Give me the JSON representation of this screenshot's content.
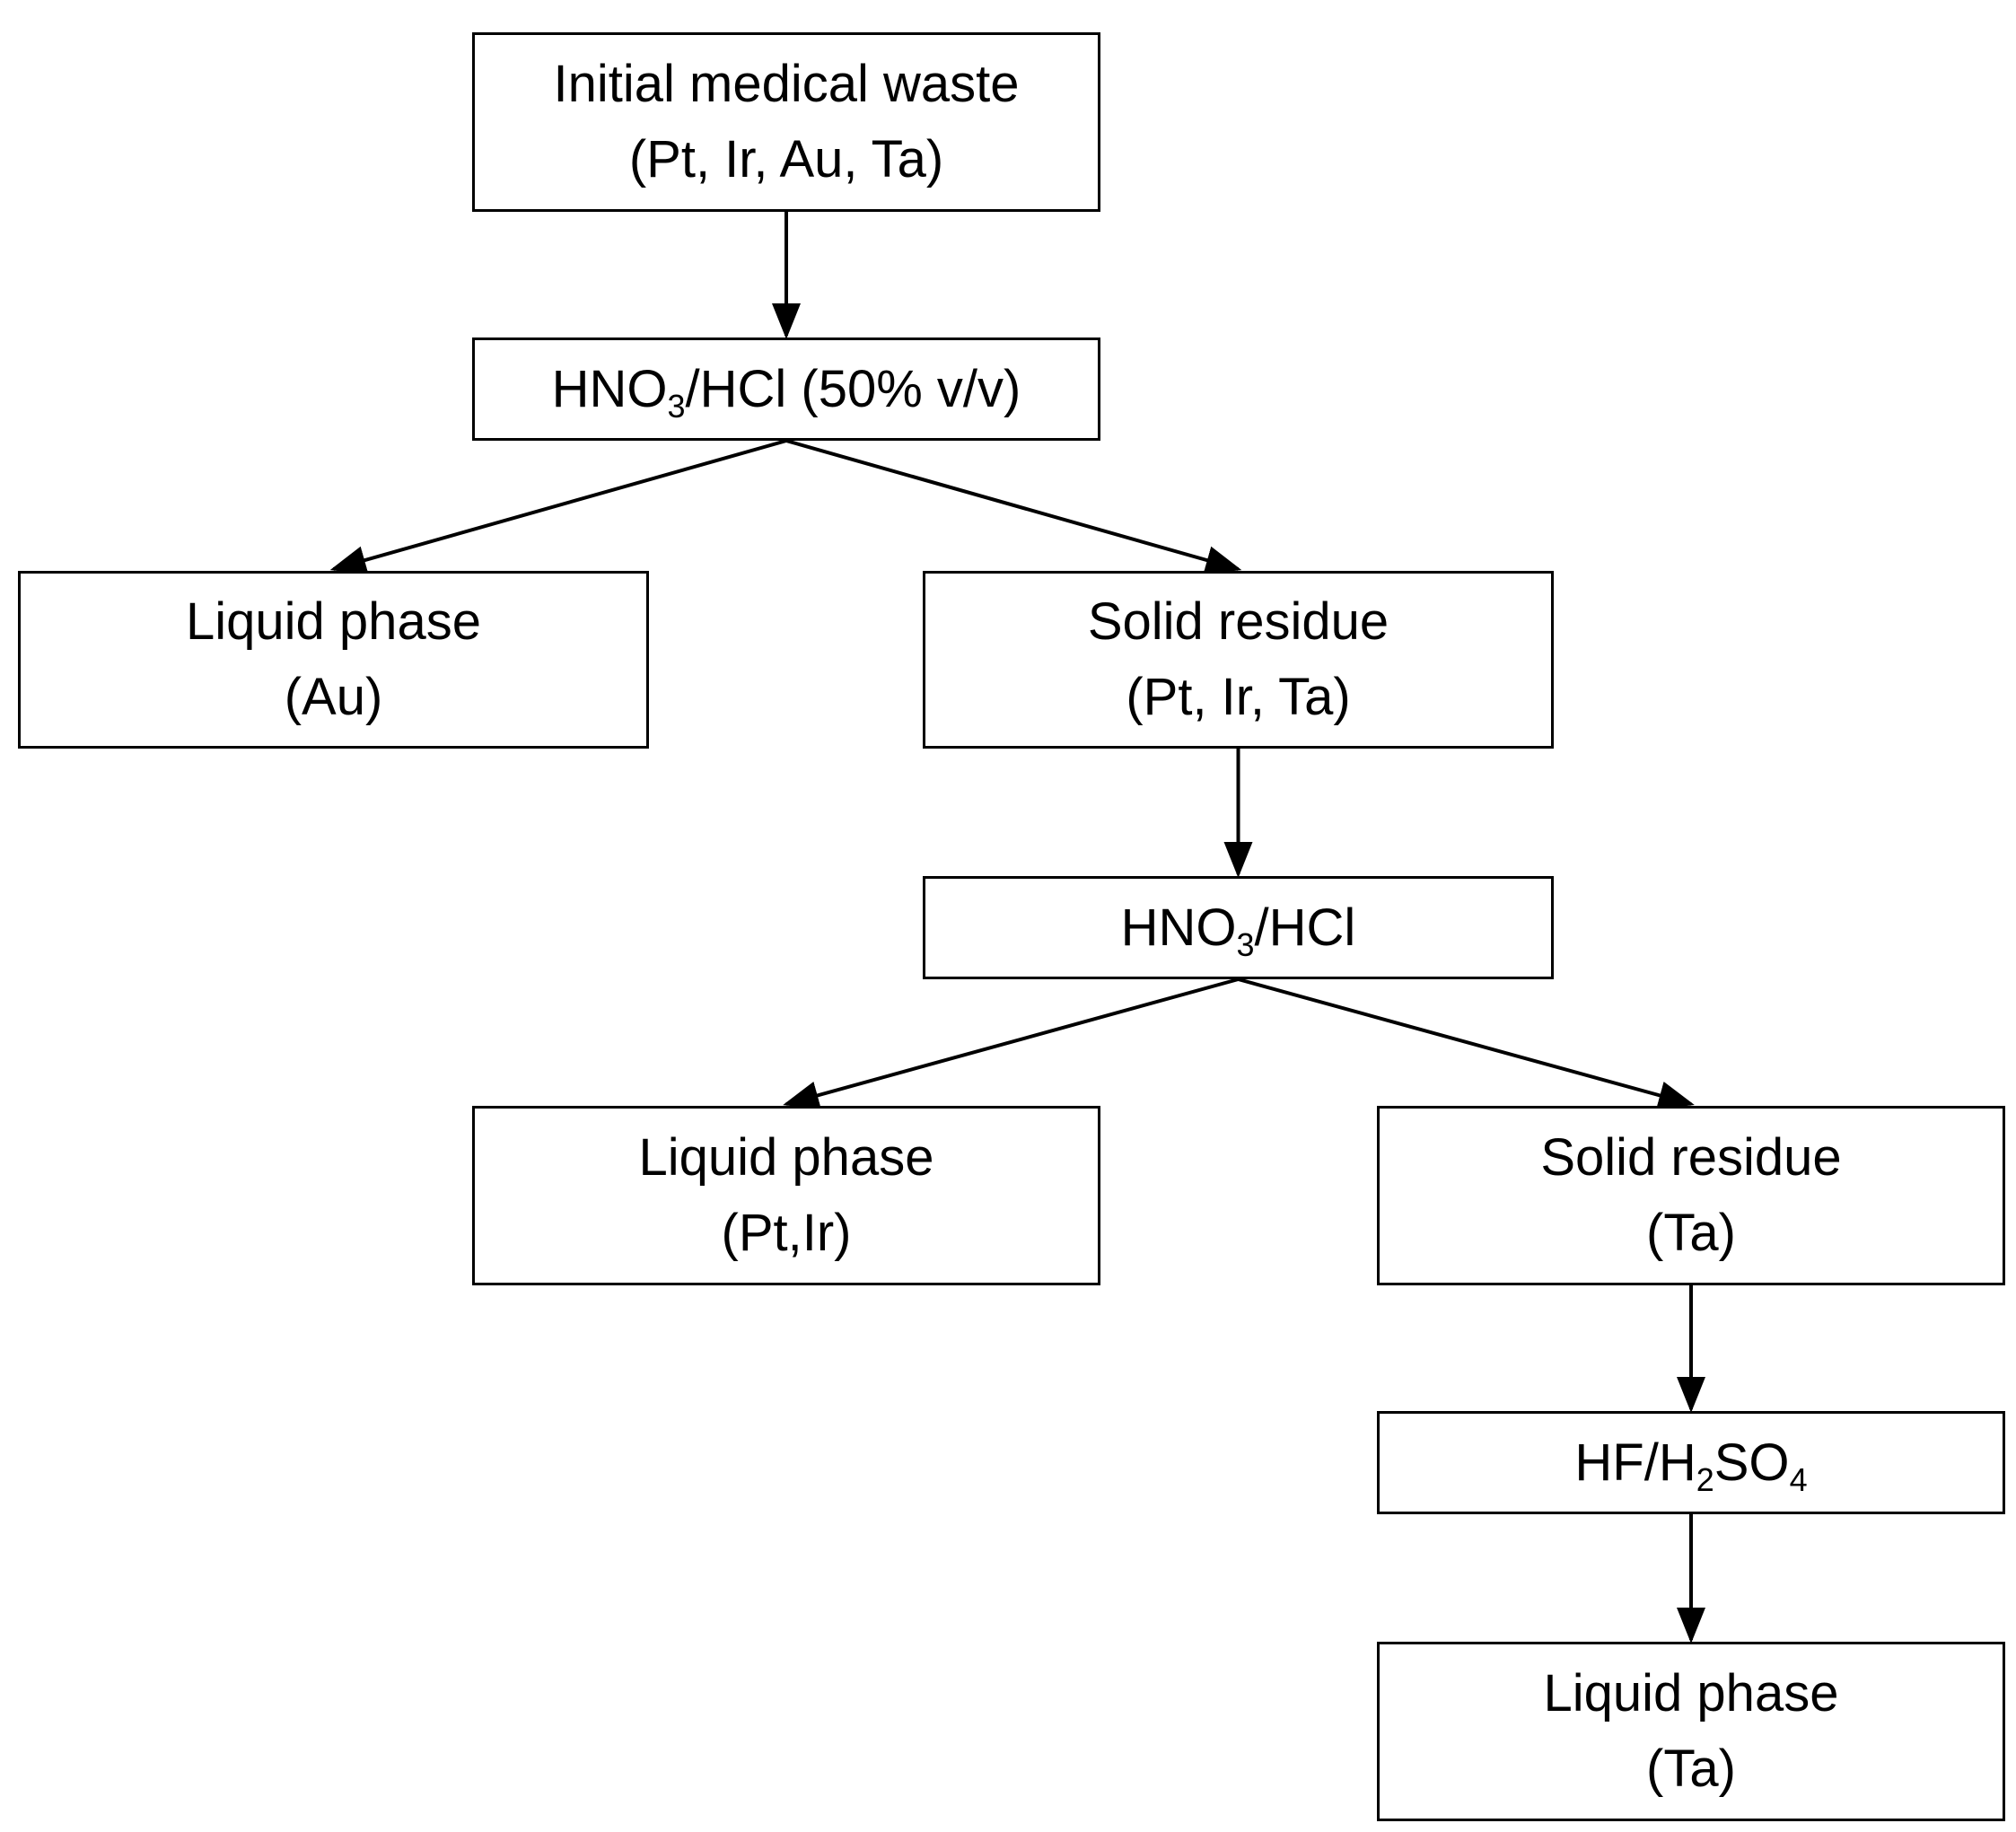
{
  "nodes": {
    "initial": {
      "line1": "Initial medical waste",
      "line2": "(Pt, Ir, Au, Ta)"
    },
    "step1": {
      "prefix": "HNO",
      "sub": "3",
      "suffix": "/HCl (50% v/v)"
    },
    "liquid1": {
      "line1": "Liquid phase",
      "line2": "(Au)"
    },
    "solid1": {
      "line1": "Solid residue",
      "line2": "(Pt, Ir, Ta)"
    },
    "step2": {
      "prefix": "HNO",
      "sub": "3",
      "suffix": "/HCl"
    },
    "liquid2": {
      "line1": "Liquid phase",
      "line2": "(Pt,Ir)"
    },
    "solid2": {
      "line1": "Solid residue",
      "line2": "(Ta)"
    },
    "step3": {
      "prefix": "HF/H",
      "sub1": "2",
      "mid": "SO",
      "sub2": "4"
    },
    "liquid3": {
      "line1": "Liquid phase",
      "line2": "(Ta)"
    }
  },
  "edges": [
    {
      "from": "initial",
      "to": "step1"
    },
    {
      "from": "step1",
      "to": "liquid1"
    },
    {
      "from": "step1",
      "to": "solid1"
    },
    {
      "from": "solid1",
      "to": "step2"
    },
    {
      "from": "step2",
      "to": "liquid2"
    },
    {
      "from": "step2",
      "to": "solid2"
    },
    {
      "from": "solid2",
      "to": "step3"
    },
    {
      "from": "step3",
      "to": "liquid3"
    }
  ],
  "colors": {
    "stroke": "#000000",
    "background": "#ffffff"
  }
}
